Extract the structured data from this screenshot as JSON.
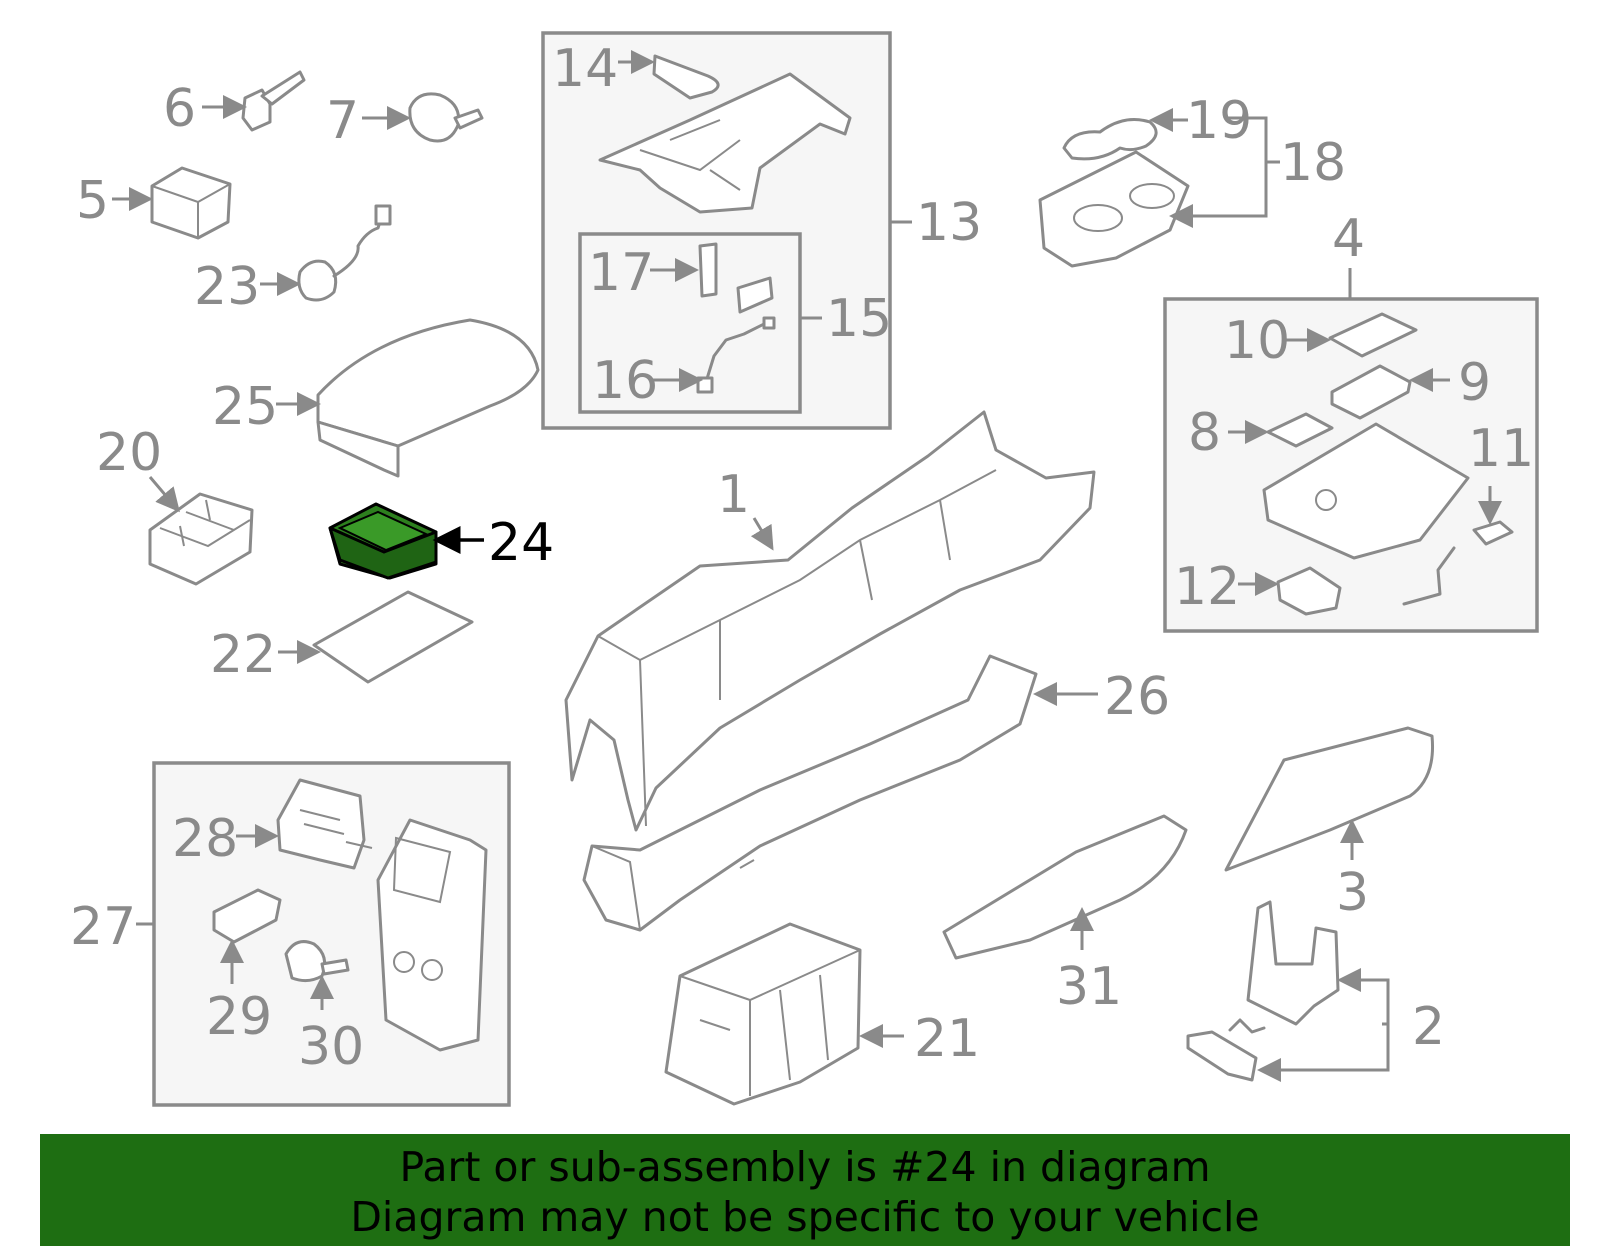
{
  "diagram": {
    "highlighted_part": "24",
    "highlight_color": "#2d7f1e",
    "banner_color": "#1e6e12",
    "labels": {
      "p1": "1",
      "p2": "2",
      "p3": "3",
      "p4": "4",
      "p5": "5",
      "p6": "6",
      "p7": "7",
      "p8": "8",
      "p9": "9",
      "p10": "10",
      "p11": "11",
      "p12": "12",
      "p13": "13",
      "p14": "14",
      "p15": "15",
      "p16": "16",
      "p17": "17",
      "p18": "18",
      "p19": "19",
      "p20": "20",
      "p21": "21",
      "p22": "22",
      "p23": "23",
      "p24": "24",
      "p25": "25",
      "p26": "26",
      "p27": "27",
      "p28": "28",
      "p29": "29",
      "p30": "30",
      "p31": "31"
    }
  },
  "banner": {
    "line1": "Part or sub-assembly is #24 in diagram",
    "line2": "Diagram may not be specific to your vehicle"
  }
}
